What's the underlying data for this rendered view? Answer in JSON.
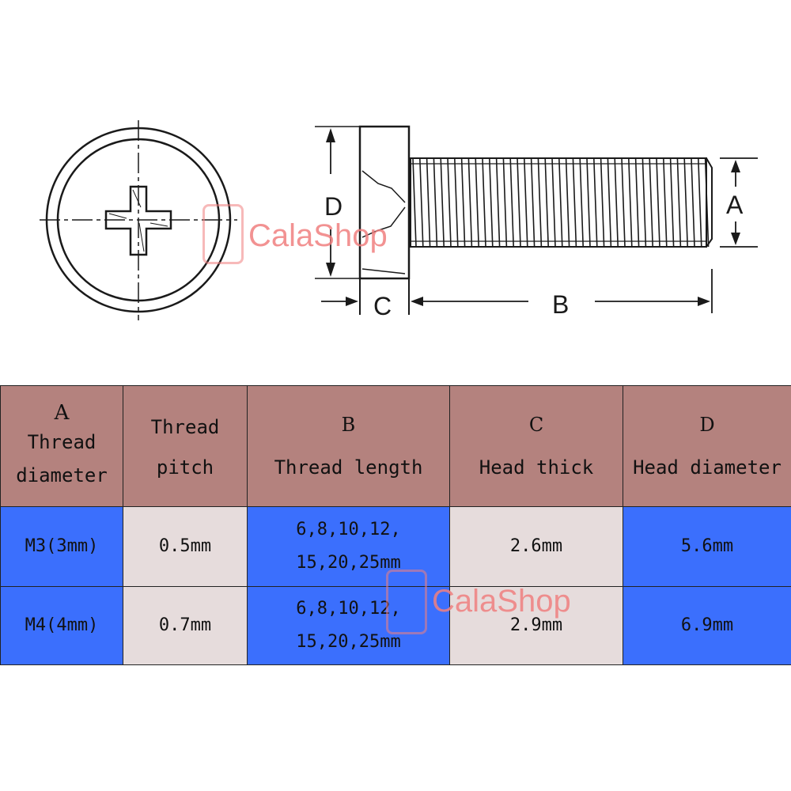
{
  "diagram": {
    "label_d": "D",
    "label_a": "A",
    "label_c": "C",
    "label_b": "B",
    "stroke_color": "#1a1a1a"
  },
  "watermark": {
    "text": "CalaShop",
    "color": "#f08080"
  },
  "table": {
    "headers": [
      {
        "letter": "A",
        "line1": "Thread",
        "line2": "diameter"
      },
      {
        "letter": "",
        "line1": "Thread",
        "line2": "pitch"
      },
      {
        "letter": "B",
        "line1": "Thread length",
        "line2": ""
      },
      {
        "letter": "C",
        "line1": "Head thick",
        "line2": ""
      },
      {
        "letter": "D",
        "line1": "Head diameter",
        "line2": ""
      }
    ],
    "rows": [
      {
        "size": "M3(3mm)",
        "pitch": "0.5mm",
        "length_line1": "6,8,10,12,",
        "length_line2": "15,20,25mm",
        "head_thick": "2.6mm",
        "head_diameter": "5.6mm"
      },
      {
        "size": "M4(4mm)",
        "pitch": "0.7mm",
        "length_line1": "6,8,10,12,",
        "length_line2": "15,20,25mm",
        "head_thick": "2.9mm",
        "head_diameter": "6.9mm"
      }
    ],
    "header_color": "#b4827e",
    "blue_color": "#3b6ffd",
    "grey_color": "#e6dcdc"
  }
}
